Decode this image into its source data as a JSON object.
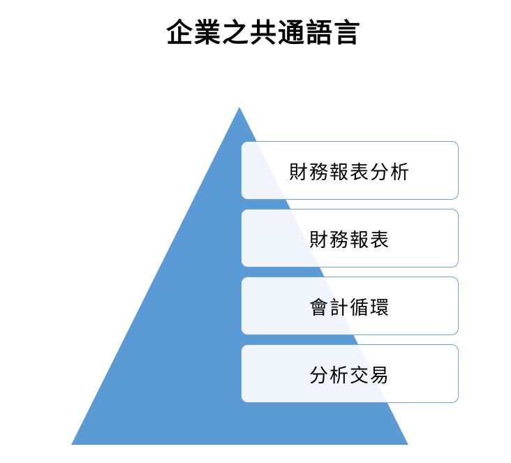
{
  "title": "企業之共通語言",
  "colors": {
    "pyramid": "#5b9bd5",
    "box_border": "#6fa3d8"
  },
  "levels": [
    {
      "label": "財務報表分析"
    },
    {
      "label": "財務報表"
    },
    {
      "label": "會計循環"
    },
    {
      "label": "分析交易"
    }
  ]
}
